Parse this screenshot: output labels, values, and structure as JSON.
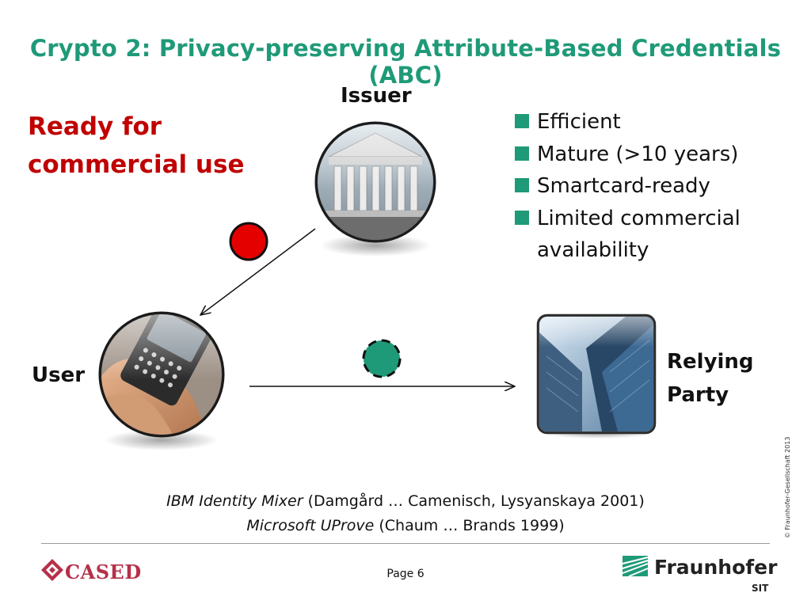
{
  "slide": {
    "title": "Crypto 2: Privacy-preserving Attribute-Based Credentials (ABC)",
    "ready_line1": "Ready for",
    "ready_line2": "commercial use",
    "roles": {
      "issuer": "Issuer",
      "user": "User",
      "relying_line1": "Relying",
      "relying_line2": "Party"
    },
    "bullets": [
      "Efficient",
      "Mature (>10 years)",
      "Smartcard-ready",
      "Limited commercial",
      "availability"
    ],
    "refs": {
      "line1_em": "IBM Identity Mixer",
      "line1_rest": " (Damgård … Camenisch, Lysyanskaya 2001)",
      "line2_em": "Microsoft UProve",
      "line2_rest": " (Chaum … Brands 1999)"
    },
    "copyright": "© Fraunhofer-Gesellschaft 2013",
    "page": "Page 6",
    "logos": {
      "cased": "CASED",
      "fraunhofer": "Fraunhofer",
      "sit": "SIT"
    }
  },
  "colors": {
    "title": "#1f9a78",
    "ready": "#c00000",
    "bullet": "#1f9a78",
    "credential_red": "#e50000",
    "credential_green": "#1f9a78",
    "cased": "#b5304a",
    "fraunhofer": "#1f9a78"
  },
  "icons": {
    "issuer": "courthouse-icon",
    "user": "phone-hand-icon",
    "relying_party": "skyscraper-icon"
  }
}
